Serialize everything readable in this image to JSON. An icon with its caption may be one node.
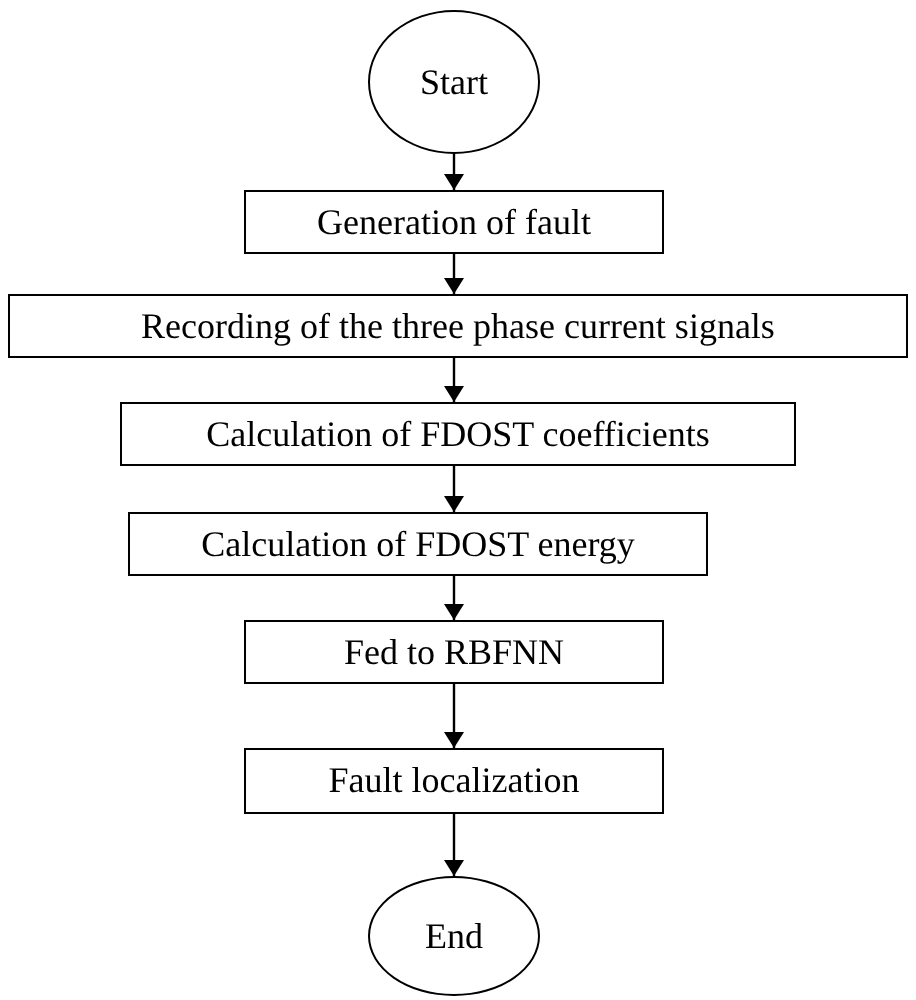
{
  "diagram": {
    "nodes": [
      {
        "text": [
          "Start"
        ]
      },
      {
        "text": [
          "Generation of fault"
        ]
      },
      {
        "text": [
          "Recording of the three phase current signals"
        ]
      },
      {
        "text": [
          "Calculation of FDOST coefficients"
        ]
      },
      {
        "text": [
          "Calculation of FDOST energy"
        ]
      },
      {
        "text": [
          "Fed to RBFNN"
        ]
      },
      {
        "text": [
          "Fault localization"
        ]
      },
      {
        "text": [
          "End"
        ]
      }
    ],
    "edges": [
      {
        "from": 0,
        "to": 1,
        "arrow": "to"
      },
      {
        "from": 1,
        "to": 2,
        "arrow": "to"
      },
      {
        "from": 2,
        "to": 3,
        "arrow": "to"
      },
      {
        "from": 3,
        "to": 4,
        "arrow": "to"
      },
      {
        "from": 4,
        "to": 5,
        "arrow": "to"
      },
      {
        "from": 5,
        "to": 6,
        "arrow": "to"
      },
      {
        "from": 6,
        "to": 7,
        "arrow": "to"
      }
    ]
  }
}
